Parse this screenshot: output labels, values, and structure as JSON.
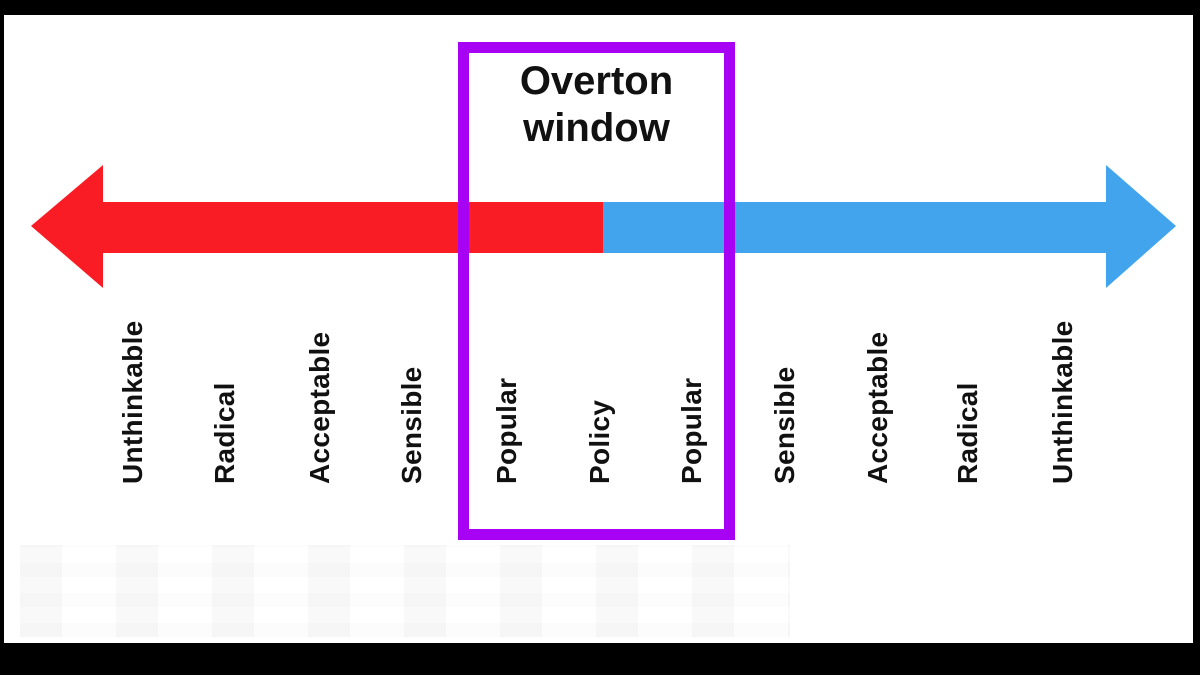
{
  "diagram": {
    "title": "Overton window",
    "labels": [
      "Unthinkable",
      "Radical",
      "Acceptable",
      "Sensible",
      "Popular",
      "Policy",
      "Popular",
      "Sensible",
      "Acceptable",
      "Radical",
      "Unthinkable"
    ],
    "overton_window": {
      "label": "Overton window",
      "contains": [
        "Popular",
        "Policy",
        "Popular"
      ]
    },
    "arrows": {
      "left_direction": "left",
      "right_direction": "right"
    }
  },
  "colors": {
    "left_arrow": "#fa1c24",
    "right_arrow": "#41a4ec",
    "window_border": "#a802f5",
    "label_text": "#111111",
    "canvas": "#ffffff",
    "frame": "#000000"
  }
}
